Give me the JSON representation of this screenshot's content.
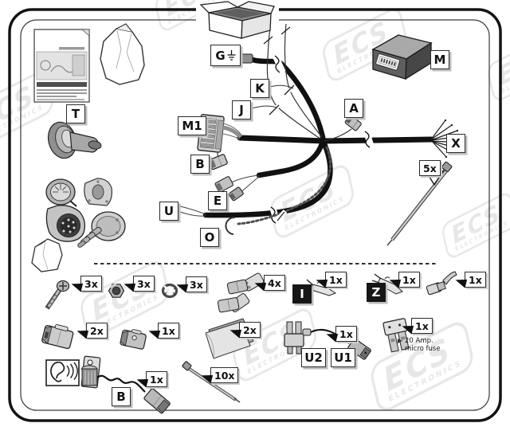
{
  "watermark": {
    "brand": "ECS",
    "sub": "ELECTRONICS"
  },
  "callouts": {
    "T": "T",
    "G": "G",
    "K": "K",
    "J": "J",
    "M1": "M1",
    "B": "B",
    "E": "E",
    "U": "U",
    "O": "O",
    "A": "A",
    "X": "X",
    "M": "M",
    "I": "I",
    "Z": "Z",
    "U1": "U1",
    "U2": "U2"
  },
  "quantities": {
    "cable_tie_long": "5x",
    "screw": "3x",
    "nut": "3x",
    "washer": "3x",
    "wire_tap": "4x",
    "terminal_i": "1x",
    "terminal_z": "1x",
    "spade_terminal": "1x",
    "connector_housing_a": "2x",
    "connector_housing_b": "1x",
    "sandpaper": "2x",
    "fuse_tap_lead": "1x",
    "micro_fuse": "1x",
    "buzzer_lead": "1x",
    "cable_tie_short": "10x"
  },
  "notes": {
    "fuse_line1": "20 Amp.",
    "fuse_line2": "micro fuse"
  }
}
